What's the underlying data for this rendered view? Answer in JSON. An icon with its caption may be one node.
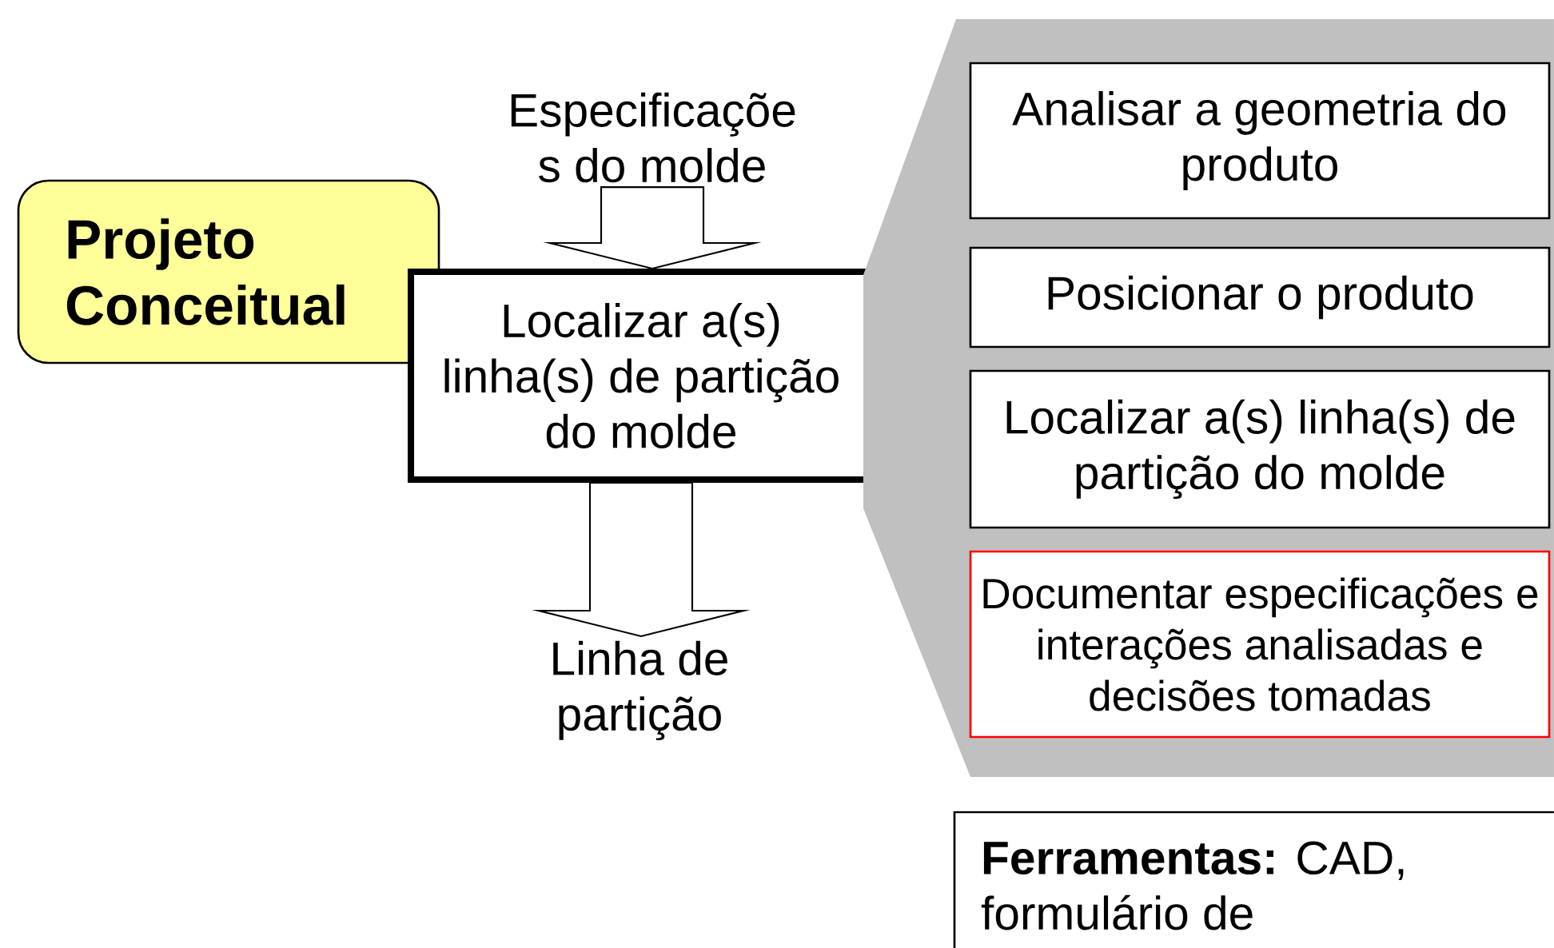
{
  "diagram": {
    "nodes": [
      {
        "text": [
          "Projeto Conceitual"
        ]
      },
      {
        "text": [
          "Especificaçõe s do molde"
        ]
      },
      {
        "text": [
          "Localizar a(s) linha(s) de partição do molde"
        ]
      },
      {
        "text": [
          "Linha de partição"
        ]
      },
      {
        "text": [],
        "shape": "box"
      },
      {
        "text": [
          "Analisar a geometria do produto"
        ],
        "in": 4
      },
      {
        "text": [
          "Posicionar o produto"
        ],
        "in": 4
      },
      {
        "text": [
          "Localizar a(s) linha(s) de partição do molde"
        ],
        "in": 4
      },
      {
        "text": [
          "Documentar especificações e interações analisadas e decisões tomadas"
        ],
        "in": 4
      },
      {
        "text": [
          "**Ferramentas:** CAD, formulário de"
        ]
      }
    ],
    "edges": [
      {
        "from": 1,
        "to": 2,
        "arrow": "to"
      },
      {
        "from": 2,
        "to": 3,
        "arrow": "to"
      }
    ]
  }
}
